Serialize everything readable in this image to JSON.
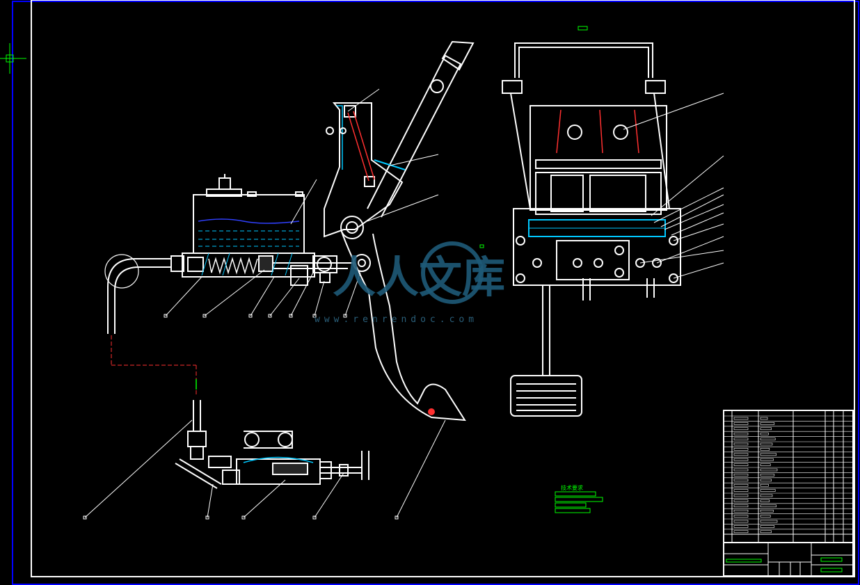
{
  "watermark": {
    "cn_text": "人人文库",
    "url_text": "www.renrendoc.com",
    "color": "#1e5a78"
  },
  "tech_requirements": {
    "title": "技术要求"
  },
  "colors": {
    "background": "#000000",
    "line": "#ffffff",
    "center": "#ff3030",
    "hatch": "#00c8ff",
    "fluid": "#3040ff",
    "leader": "#ffffff",
    "border": "#ffffff",
    "frame": "#0000ff",
    "text": "#00ff00",
    "dim": "#00ff00"
  },
  "icons": {
    "crosshair": "cad-crosshair-icon"
  }
}
